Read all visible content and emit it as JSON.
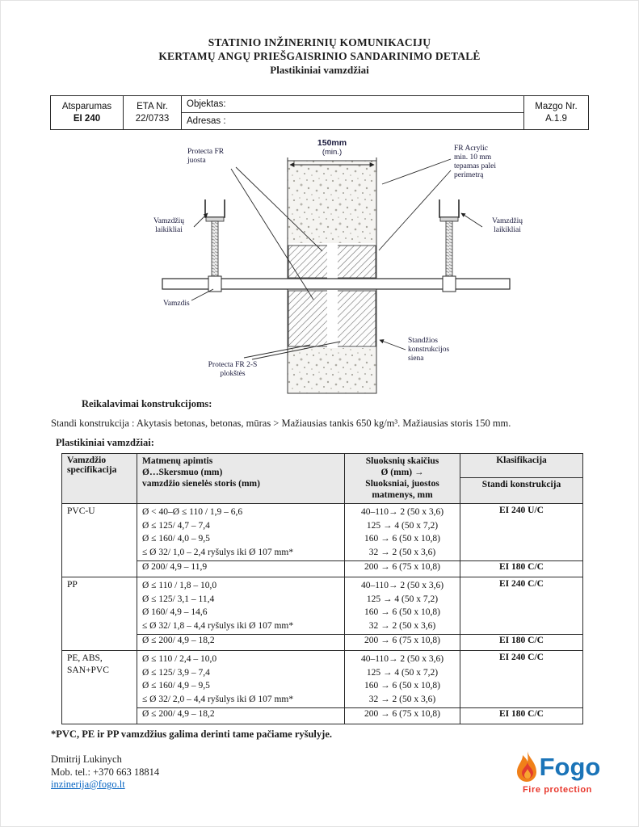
{
  "title": {
    "line1": "STATINIO INŽINERINIŲ KOMUNIKACIJŲ",
    "line2": "KERTAMŲ ANGŲ PRIEŠGAISRINIO SANDARINIMO DETALĖ",
    "line3": "Plastikiniai vamzdžiai"
  },
  "info": {
    "atsparumas_label": "Atsparumas",
    "atsparumas_value": "EI 240",
    "eta_label": "ETA Nr.",
    "eta_value": "22/0733",
    "objektas_label": "Objektas:",
    "adresas_label": "Adresas :",
    "mazgo_label": "Mazgo Nr.",
    "mazgo_value": "A.1.9"
  },
  "diagram": {
    "dim_value": "150mm",
    "dim_min": "(min.)",
    "label_fr_tape": "Protecta FR\njuosta",
    "label_fr_acrylic": "FR Acrylic\nmin. 10 mm\ntepamas palei\nperimetrą",
    "label_holders_left": "Vamzdžių\nlaikikliai",
    "label_holders_right": "Vamzdžių\nlaikikliai",
    "label_pipe": "Vamzdis",
    "label_boards": "Protecta FR 2-S\nplokštės",
    "label_wall": "Standžios\nkonstrukcijos\nsiena"
  },
  "requirements": {
    "heading": "Reikalavimai konstrukcijoms:",
    "text": "Standi konstrukcija : Akytasis betonas, betonas, mūras > Mažiausias tankis 650 kg/m³. Mažiausias storis 150 mm."
  },
  "pipes_table": {
    "heading": "Plastikiniai vamzdžiai:",
    "headers": {
      "col1": "Vamzdžio\nspecifikacija",
      "col2_l1": "Matmenų apimtis",
      "col2_l2": "Ø…Skersmuo (mm)",
      "col2_l3": "vamzdžio sienelės storis (mm)",
      "col3_l1": "Sluoksnių skaičius",
      "col3_l2": "Ø (mm) →",
      "col3_l3": "Sluoksniai, juostos",
      "col3_l4": "matmenys, mm",
      "col4_top": "Klasifikacija",
      "col4_bottom": "Standi konstrukcija"
    },
    "groups": [
      {
        "spec": "PVC-U",
        "dims": [
          "Ø < 40–Ø ≤ 110 / 1,9 – 6,6",
          "Ø ≤ 125/ 4,7 – 7,4",
          "Ø ≤ 160/ 4,0 – 9,5",
          "≤ Ø 32/ 1,0 – 2,4 ryšulys iki Ø 107 mm*"
        ],
        "layers": [
          "40–110→ 2 (50 x 3,6)",
          "125 → 4 (50 x 7,2)",
          "160 → 6 (50 x 10,8)",
          "32 → 2 (50 x 3,6)"
        ],
        "classification": "EI 240 U/C",
        "extra_dims": "Ø 200/ 4,9 – 11,9",
        "extra_layers": "200 → 6 (75 x 10,8)",
        "extra_classification": "EI 180  C/C"
      },
      {
        "spec": "PP",
        "dims": [
          "Ø ≤  110 / 1,8 – 10,0",
          "Ø ≤ 125/ 3,1 – 11,4",
          "Ø 160/ 4,9 – 14,6",
          "≤ Ø 32/ 1,8 – 4,4 ryšulys iki Ø 107 mm*"
        ],
        "layers": [
          "40–110→ 2 (50 x 3,6)",
          "125 → 4 (50 x 7,2)",
          "160 → 6 (50 x 10,8)",
          "32 → 2 (50 x 3,6)"
        ],
        "classification": "EI 240 C/C",
        "extra_dims": "Ø ≤ 200/ 4,9 – 18,2",
        "extra_layers": "200 → 6 (75 x 10,8)",
        "extra_classification": "EI 180 C/C"
      },
      {
        "spec": "PE, ABS,\nSAN+PVC",
        "dims": [
          "Ø ≤  110 / 2,4 – 10,0",
          "Ø ≤ 125/ 3,9 – 7,4",
          "Ø ≤ 160/ 4,9 – 9,5",
          "≤ Ø 32/ 2,0 – 4,4 ryšulys iki Ø 107 mm*"
        ],
        "layers": [
          "40–110→ 2 (50 x 3,6)",
          "125 → 4 (50 x 7,2)",
          "160 → 6 (50 x 10,8)",
          "32 → 2 (50 x 3,6)"
        ],
        "classification": "EI 240 C/C",
        "extra_dims": "Ø ≤ 200/ 4,9 – 18,2",
        "extra_layers": "200 → 6 (75 x 10,8)",
        "extra_classification": "EI 180 C/C"
      }
    ]
  },
  "footnote": "*PVC, PE ir PP vamzdžius galima derinti tame pačiame ryšulyje.",
  "contact": {
    "name": "Dmitrij Lukinych",
    "phone": "Mob. tel.: +370 663 18814",
    "email": "inzinerija@fogo.lt"
  },
  "logo": {
    "brand": "Fogo",
    "tagline": "Fire protection",
    "colors": {
      "brand_blue": "#1b74b8",
      "flame_orange": "#f08019",
      "flame_red": "#e23c2f",
      "tagline_red": "#e8372c",
      "link_blue": "#0563c1",
      "table_header_gray": "#e9e9e9"
    }
  }
}
